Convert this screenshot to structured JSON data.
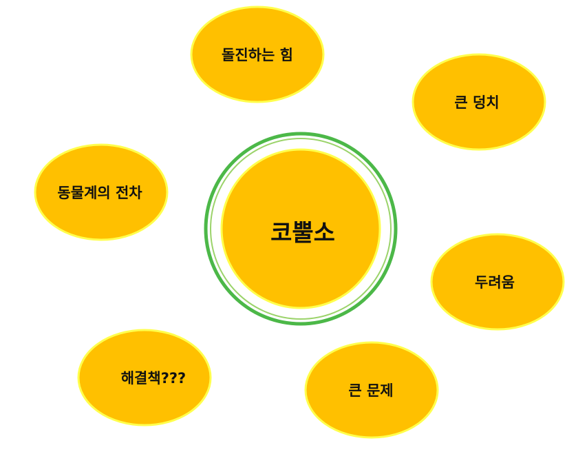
{
  "diagram": {
    "center": {
      "label": "코뿔소",
      "fill": "#FFC000",
      "stroke": "#FFFF4D",
      "ring_color": "#4CB848"
    },
    "nodes": [
      {
        "id": "node-charging-power",
        "label": "돌진하는 힘"
      },
      {
        "id": "node-big-body",
        "label": "큰 덩치"
      },
      {
        "id": "node-tank",
        "label": "동물계의 전차"
      },
      {
        "id": "node-fear",
        "label": "두려움"
      },
      {
        "id": "node-solution",
        "label": "해결책???"
      },
      {
        "id": "node-big-problem",
        "label": "큰 문제"
      }
    ],
    "node_fill": "#FFC000",
    "node_stroke": "#FFFF4D"
  }
}
